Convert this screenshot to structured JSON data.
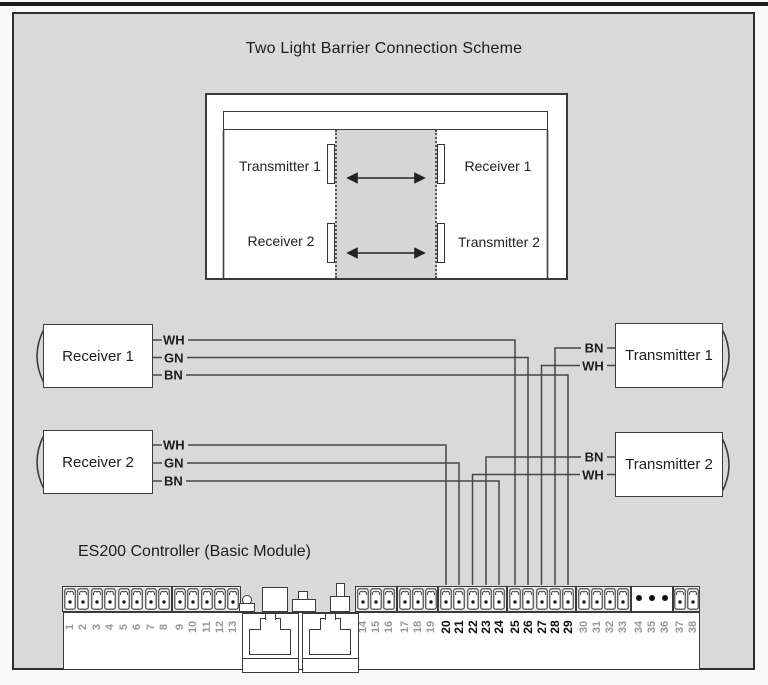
{
  "title": "Two Light Barrier Connection Scheme",
  "door": {
    "transmitter1": "Transmitter 1",
    "receiver1": "Receiver 1",
    "receiver2": "Receiver 2",
    "transmitter2": "Transmitter 2"
  },
  "devices": [
    {
      "id": "receiver-1",
      "label": "Receiver 1",
      "side": "left",
      "wires": [
        {
          "label": "WH",
          "terminal": "25"
        },
        {
          "label": "GN",
          "terminal": "26"
        },
        {
          "label": "BN",
          "terminal": "29"
        }
      ]
    },
    {
      "id": "transmitter-1",
      "label": "Transmitter 1",
      "side": "right",
      "wires": [
        {
          "label": "BN",
          "terminal": "28"
        },
        {
          "label": "WH",
          "terminal": "27"
        }
      ]
    },
    {
      "id": "receiver-2",
      "label": "Receiver 2",
      "side": "left",
      "wires": [
        {
          "label": "WH",
          "terminal": "20"
        },
        {
          "label": "GN",
          "terminal": "21"
        },
        {
          "label": "BN",
          "terminal": "24"
        }
      ]
    },
    {
      "id": "transmitter-2",
      "label": "Transmitter 2",
      "side": "right",
      "wires": [
        {
          "label": "BN",
          "terminal": "23"
        },
        {
          "label": "WH",
          "terminal": "22"
        }
      ]
    }
  ],
  "controller": {
    "label": "ES200 Controller (Basic Module)",
    "highlighted_terminals": [
      "20",
      "21",
      "22",
      "23",
      "24",
      "25",
      "26",
      "27",
      "28",
      "29"
    ],
    "groups": [
      {
        "terminals": [
          {
            "n": "1"
          },
          {
            "n": "2"
          },
          {
            "n": "3"
          },
          {
            "n": "4"
          },
          {
            "n": "5"
          },
          {
            "n": "6"
          },
          {
            "n": "7"
          },
          {
            "n": "8"
          }
        ]
      },
      {
        "terminals": [
          {
            "n": "9"
          },
          {
            "n": "10"
          },
          {
            "n": "11"
          },
          {
            "n": "12"
          },
          {
            "n": "13"
          }
        ]
      },
      {
        "terminals": [
          {
            "n": "14"
          },
          {
            "n": "15"
          },
          {
            "n": "16"
          }
        ]
      },
      {
        "terminals": [
          {
            "n": "17"
          },
          {
            "n": "18"
          },
          {
            "n": "19"
          }
        ]
      },
      {
        "terminals": [
          {
            "n": "20",
            "bold": true
          },
          {
            "n": "21",
            "bold": true
          },
          {
            "n": "22",
            "bold": true
          },
          {
            "n": "23",
            "bold": true
          },
          {
            "n": "24",
            "bold": true
          }
        ]
      },
      {
        "terminals": [
          {
            "n": "25",
            "bold": true
          },
          {
            "n": "26",
            "bold": true
          },
          {
            "n": "27",
            "bold": true
          },
          {
            "n": "28",
            "bold": true
          },
          {
            "n": "29",
            "bold": true
          }
        ]
      },
      {
        "terminals": [
          {
            "n": "30"
          },
          {
            "n": "31"
          },
          {
            "n": "32"
          },
          {
            "n": "33"
          }
        ]
      },
      {
        "terminals": [
          {
            "n": "34"
          },
          {
            "n": "35"
          },
          {
            "n": "36"
          }
        ],
        "type": "power"
      },
      {
        "terminals": [
          {
            "n": "37"
          },
          {
            "n": "38"
          }
        ]
      }
    ]
  },
  "colors": {
    "background": "#d9d9d9",
    "line": "#3f3f3f",
    "wire": "#474747",
    "terminal_number_normal": "#999999",
    "terminal_number_highlight": "#111111"
  }
}
